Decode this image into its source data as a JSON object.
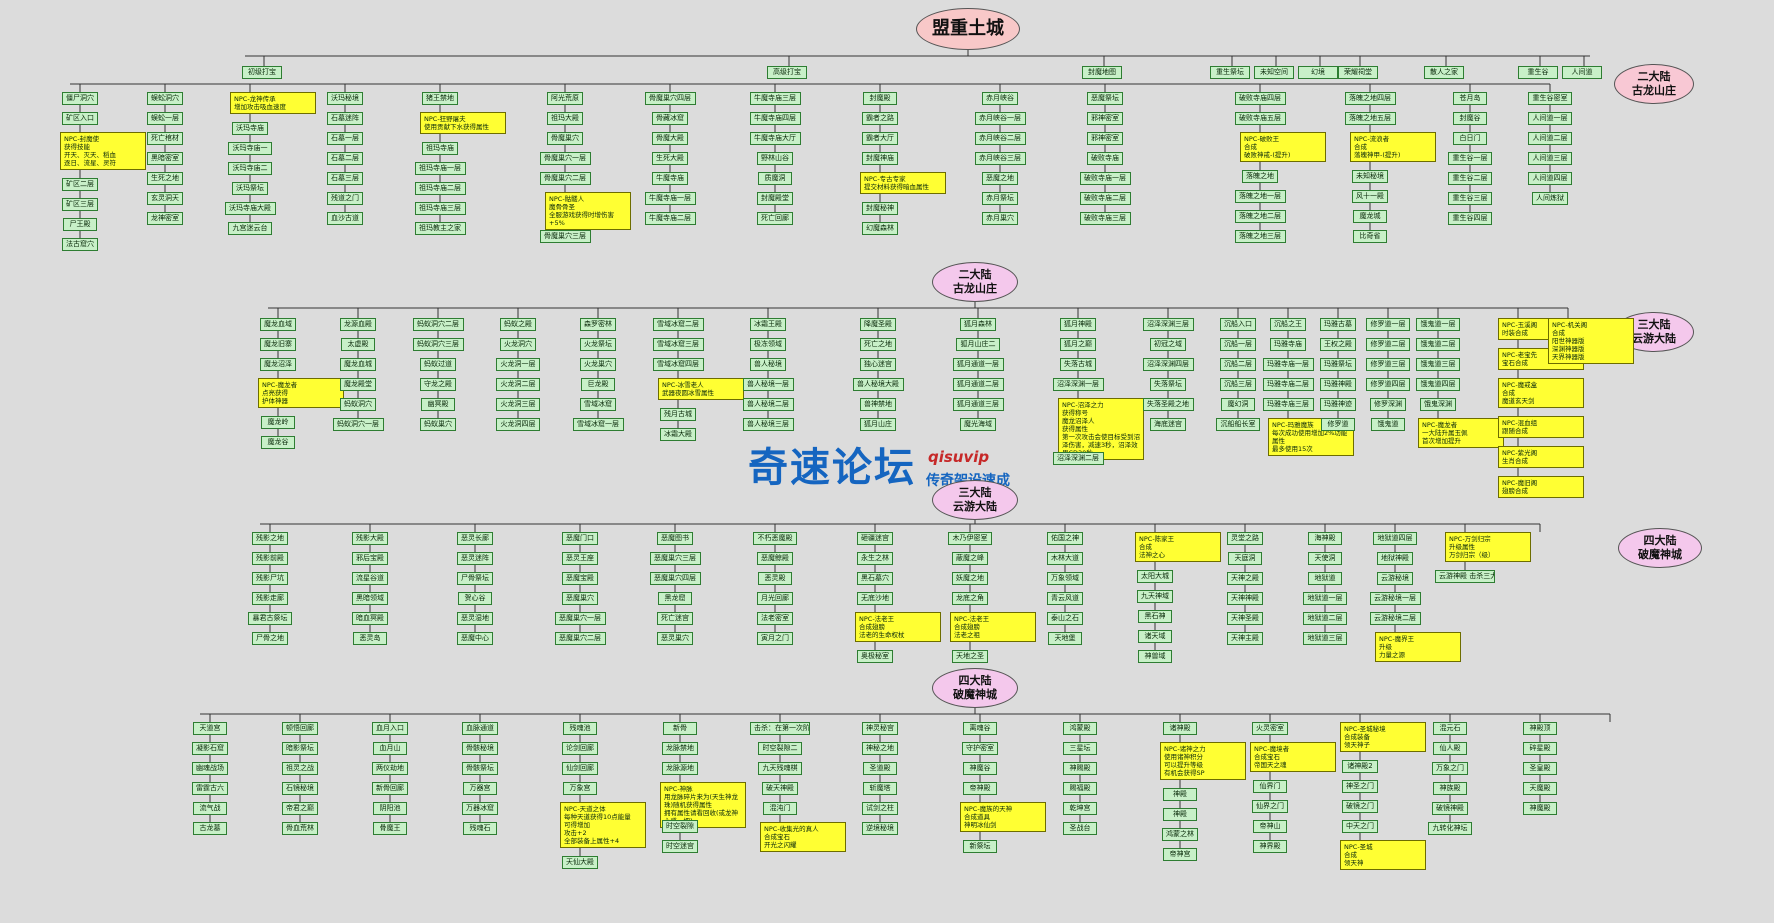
{
  "title": "盟重土城",
  "continent_markers": [
    "二大陆\n古龙山庄",
    "三大陆\n云游大陆",
    "四大陆\n破魔神城"
  ],
  "section_titles": [
    "二大陆\n古龙山庄",
    "三大陆\n云游大陆",
    "四大陆\n破魔神城"
  ],
  "watermark": {
    "title": "奇速论坛",
    "sub1": "qisuvip",
    "sub2": "传奇架设速成"
  },
  "section1": {
    "categories": [
      "初级打宝",
      "高级打宝",
      "封魔地图",
      "重生祭坛",
      "未知空间",
      "幻境",
      "荣耀祠堂",
      "散人之家",
      "重生谷",
      "人间道"
    ],
    "nodes": [
      "僵尸洞穴",
      "矿区入口",
      "NPC-封魔使\n获得技能\n开天、灭天、稻血\n逐日、流星、灵符",
      "矿区二层",
      "矿区三层",
      "尸王殿",
      "法古窟穴",
      "蜈蚣洞穴",
      "蜈蚣一层",
      "死亡棺材",
      "黑暗密室",
      "生死之地",
      "玄灵洞天",
      "龙神密室",
      "NPC-龙神传承\n增加攻击吸血速度",
      "沃玛寺庙",
      "沃玛寺庙一",
      "沃玛寺庙二",
      "沃玛祭坛",
      "沃玛寺庙大殿",
      "九宫迷云台",
      "沃玛秘境",
      "石墓迷阵",
      "石墓一层",
      "石墓二层",
      "石墓三层",
      "残道之门",
      "血沙古道",
      "猪王禁地",
      "NPC-狂野屠夫\n使用贡献下水获得属性",
      "祖玛寺庙",
      "祖玛寺庙一层",
      "祖玛寺庙二层",
      "祖玛寺庙三层",
      "祖玛教主之家",
      "阿光荒原",
      "祖玛大殿",
      "骨魔巢穴",
      "骨魔巢穴一层",
      "骨魔巢穴二层",
      "NPC-骷髅人\n魔骨骨圣\n全服游戏获得时增伤害+5%",
      "骨魔巢穴三层",
      "骨魔巢穴四层",
      "骨藏冰窟",
      "骨魔大殿",
      "生死大殿",
      "牛魔寺庙",
      "牛魔寺庙一层",
      "牛魔寺庙二层",
      "牛魔寺庙三层",
      "牛魔寺庙四层",
      "牛魔寺庙大厅",
      "野林山谷",
      "质魔洞",
      "封魔殿堂",
      "死亡回廊",
      "封魔殿",
      "霸者之路",
      "霸者大厅",
      "封魔神庙",
      "NPC-专古专家\n提交材料获得暗血属性",
      "封魔秘神",
      "幻魔森林",
      "赤月峡谷",
      "赤月峡谷一层",
      "赤月峡谷二层",
      "赤月峡谷三层",
      "恶魔之地",
      "赤月祭坛",
      "赤月巢穴",
      "恶魔祭坛",
      "邪神密室",
      "邪神密室",
      "破败寺庙",
      "破败寺庙一层",
      "破败寺庙二层",
      "破败寺庙三层",
      "破败寺庙四层",
      "破败寺庙五层",
      "NPC-破败王\n合成\n破败神戒-(提升)",
      "落魄之地",
      "落魄之地一层",
      "落魄之地二层",
      "落魄之地三层",
      "落魄之地四层",
      "落魄之地五层",
      "NPC-流浪者\n合成\n落魄神甲-(提升)",
      "未知秘境",
      "风十一殿",
      "魔龙城",
      "比奇省",
      "苍月岛",
      "封魔谷",
      "白日门",
      "重生谷一层",
      "重生谷二层",
      "重生谷三层",
      "重生谷四层",
      "重生谷密室",
      "人间道一层",
      "人间道二层",
      "人间道三层",
      "人间道四层",
      "人间炼狱"
    ]
  },
  "section2": {
    "nodes": [
      "魔龙血域",
      "魔龙旧寨",
      "魔龙沼泽",
      "NPC-魔龙者\n点亮获得\n护体神器",
      "魔龙岭",
      "魔龙谷",
      "龙源血殿",
      "太虚殿",
      "魔龙血城",
      "魔龙殿堂",
      "蚂蚁洞穴",
      "蚂蚁洞穴一层",
      "蚂蚁洞穴二层",
      "蚂蚁洞穴三层",
      "蚂蚁过道",
      "守龙之殿",
      "幽冥殿",
      "蚂蚁巢穴",
      "蚂蚁之殿",
      "火龙洞穴",
      "火龙洞一层",
      "火龙洞二层",
      "火龙洞三层",
      "火龙洞四层",
      "森罗密林",
      "火龙祭坛",
      "火龙巢穴",
      "巨龙殿",
      "雪域冰窟",
      "雪域冰窟一层",
      "雪域冰窟二层",
      "雪域冰窟三层",
      "雪域冰窟四层",
      "NPC-冰雪老人\n武器夜圆冰雪属性",
      "残月古城",
      "冰霜大殿",
      "冰霜王殿",
      "极冻领域",
      "兽人秘境",
      "兽人秘境一层",
      "兽人秘境二层",
      "兽人秘境三层",
      "降魔圣殿",
      "死亡之地",
      "独心迷宫",
      "兽人秘境大殿",
      "兽神禁地",
      "狐月山庄",
      "狐月森林",
      "狐月山庄二",
      "狐月通道一层",
      "狐月通道二层",
      "狐月通道三层",
      "魔光海域",
      "狐月神殿",
      "狐月之巅",
      "失落古城",
      "沼泽深渊一层",
      "NPC-沼泽之力\n获得称号\n魔龙沼泽人\n获得属性\n第一次攻击会使目标受到沼泽伤害，减速3秒，沼泽效果CD30秒",
      "沼泽深渊二层",
      "沼泽深渊三层",
      "初冠之域",
      "沼泽深渊四层",
      "失落祭坛",
      "失落圣殿之地",
      "海底迷宫",
      "沉船入口",
      "沉船一层",
      "沉船二层",
      "沉船三层",
      "魔幻洞",
      "沉船船长室",
      "沉船之王",
      "玛雅寺庙",
      "玛雅寺庙一层",
      "玛雅寺庙二层",
      "玛雅寺庙三层",
      "NPC-玛雅魔族\n每次成功使用增加2%功能属性\n最多使用15次",
      "玛雅古墓",
      "王权之殿",
      "玛雅祭坛",
      "玛雅神殿",
      "玛雅神迹",
      "修罗道",
      "修罗道一层",
      "修罗道二层",
      "修罗道三层",
      "修罗道四层",
      "修罗深渊",
      "饿鬼道",
      "饿鬼道一层",
      "饿鬼道二层",
      "饿鬼道三层",
      "饿鬼道四层",
      "饿鬼深渊",
      "NPC-魔龙者\n一大陆升属玉佩\n首次增加提升",
      "NPC-玉溪阁\n时装合成",
      "NPC-老宝先\n宝石合成",
      "NPC-魔戒盒\n合成\n魔道玄天剑",
      "NPC-混血组\n跟随合成",
      "NPC-紫光阁\n生肖合成",
      "NPC-魔旧阁\n翅膀合成",
      "NPC-机关阁\n合成\n阳世神器版\n深渊神器版\n天界神器版"
    ]
  },
  "section3": {
    "nodes": [
      "残影之地",
      "残影前殿",
      "残影尸坑",
      "残影走廊",
      "暴君古祭坛",
      "尸骨之地",
      "残影大殿",
      "邪后宝殿",
      "流星谷道",
      "黑暗领域",
      "暗血冥殿",
      "恶灵岛",
      "恶灵长廊",
      "恶灵迷阵",
      "尸骨祭坛",
      "贺心谷",
      "恶灵湿地",
      "恶魔中心",
      "恶魔门口",
      "恶灵王座",
      "恶魔宝殿",
      "恶魔巢穴",
      "恶魔巢穴一层",
      "恶魔巢穴二层",
      "恶魔图书",
      "恶魔巢穴三层",
      "恶魔巢穴四层",
      "黑龙窟",
      "死亡迷宫",
      "恶灵巢穴",
      "不朽恶魔殿",
      "恶魔鲸殿",
      "恶灵殿",
      "月光回廊",
      "法老密室",
      "寅月之门",
      "砸疆迷宫",
      "永生之林",
      "黑石墓穴",
      "无底沙地",
      "NPC-法老王\n合成翅膀\n法老的生命权杖",
      "奥极秘室",
      "木乃伊密室",
      "蔽魔之峰",
      "妖魔之地",
      "龙底之角",
      "NPC-法老王\n合成翅膀\n法老之祖",
      "天地之圣",
      "佑国之神",
      "木林大道",
      "万象领域",
      "青云风道",
      "泰山之石",
      "天地堡",
      "NPC-陈家王\n合成\n法神之心",
      "太阳大城",
      "九天神域",
      "黑石神",
      "诸天域",
      "神兽域",
      "灵堂之路",
      "天庭洞",
      "天神之殿",
      "天神神殿",
      "天神圣殿",
      "天神主殿",
      "海神殿",
      "天使洞",
      "地狱道",
      "地狱道一层",
      "地狱道二层",
      "地狱道三层",
      "地狱道四层",
      "地狱神殿",
      "云游秘境",
      "云游秘境一层",
      "云游秘境二层",
      "NPC-魔界王\n升级\n力量之源",
      "NPC-万剑归宗\n升级属性\n万剑归宗（级）",
      "云游神殿\n击杀三大陆前BOSS\n几率掉落秘境进入这个神殿"
    ]
  },
  "section4": {
    "nodes": [
      "天道宫",
      "凝影石窟",
      "幽魂战场",
      "雷霆古六",
      "流气战",
      "古龙墓",
      "顿悟回廊",
      "暗影祭坛",
      "祖灵之战",
      "石镜秘境",
      "帝君之巅",
      "骨血荒林",
      "血月入口",
      "血月山",
      "两仪劫地",
      "新骨回廊",
      "阴阳池",
      "骨魔王",
      "血脉通道",
      "骨骸秘境",
      "骨骸祭坛",
      "万器宫",
      "万器冰窟",
      "残魂石",
      "残魂池",
      "论剑回廊",
      "仙剑回廊",
      "万象宫",
      "NPC-天道之体\n每种天道获得10点能量\n可得增加\n攻击+2\n全部装备上属性+4",
      "天仙大殿",
      "新骨",
      "龙脉禁地",
      "龙脉源地",
      "NPC-神脉\n用龙脉碎片来为(天生神龙珠)随机获得属性\n拥有属性请看回收(或龙神心惑一把)",
      "时空裂隙",
      "时空迷宫",
      "击杀：在第一次阶级之后，有几率触发右-右上-右下",
      "时空裂隙二",
      "九天残魂棋",
      "破天神殿",
      "混沌门",
      "NPC-收集光的真人\n合成宝石\n开光之闪耀",
      "神灵秘宫",
      "神秘之地",
      "圣道殿",
      "斩魔塔",
      "试剑之柱",
      "逆境秘境",
      "离魂谷",
      "守护密室",
      "神魔谷",
      "帝神殿",
      "NPC-魔族的天神\n合成道具\n神明冰仙剑",
      "新祭坛",
      "鸿蒙殿",
      "三星坛",
      "神赐殿",
      "赐福殿",
      "乾坤宫",
      "圣战台",
      "诸神殿",
      "NPC-诸神之力\n使用诸神积分\n可以提升等级\n有机会获得SP",
      "神殿",
      "神殿",
      "鸿蒙之林",
      "帝神宫",
      "火灵密室",
      "NPC-魔境者\n合成宝石\n帝国天之魂",
      "仙界门",
      "仙界之门",
      "帝神山",
      "神界殿",
      "NPC-圣城秘境\n合成装备\n领天神子",
      "诸神殿2",
      "神圣之门",
      "破镜之门",
      "中天之门",
      "NPC-圣城\n合成\n领天神",
      "混元石",
      "仙人殿",
      "万象之门",
      "神族殿",
      "破镜神殿",
      "九转化神坛",
      "神殿顶",
      "碎星殿",
      "圣皇殿",
      "天魔殿",
      "神魔殿"
    ]
  }
}
